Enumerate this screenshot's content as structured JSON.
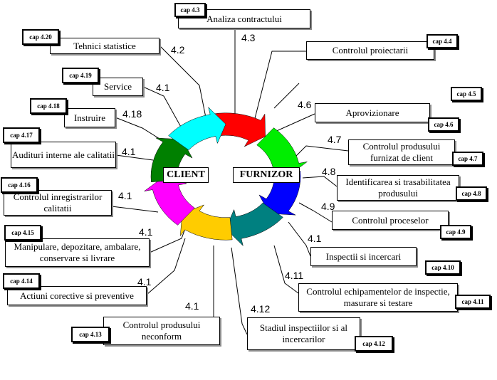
{
  "center": {
    "client": "CLIENT",
    "furnizor": "FURNIZOR"
  },
  "boxes": [
    {
      "id": "analiza-contractului",
      "label": "Analiza contractului",
      "cap": "cap 4.3",
      "num": "4.3"
    },
    {
      "id": "controlul-proiectarii",
      "label": "Controlul proiectarii",
      "cap": "cap 4.4",
      "num": ""
    },
    {
      "id": "aprovizionare",
      "label": "Aprovizionare",
      "cap": "cap 4.6",
      "num": "4.6"
    },
    {
      "id": "produs-furnizat-client",
      "label": "Controlul produsului furnizat de client",
      "cap": "cap 4.7",
      "num": "4.7"
    },
    {
      "id": "identificare-trasabilitate",
      "label": "Identificarea si trasabilitatea produsului",
      "cap": "cap 4.8",
      "num": "4.8"
    },
    {
      "id": "controlul-proceselor",
      "label": "Controlul proceselor",
      "cap": "cap 4.9",
      "num": "4.9"
    },
    {
      "id": "inspectii-incercari",
      "label": "Inspectii si incercari",
      "cap": "cap 4.10",
      "num": "4.1"
    },
    {
      "id": "echipamente-inspectie",
      "label": "Controlul echipamentelor de inspectie, masurare si testare",
      "cap": "cap 4.11",
      "num": "4.11"
    },
    {
      "id": "stadiul-inspectiilor",
      "label": "Stadiul inspectiilor si al incercarilor",
      "cap": "cap 4.12",
      "num": "4.12"
    },
    {
      "id": "produs-neconform",
      "label": "Controlul produsului neconform",
      "cap": "cap 4.13",
      "num": "4.1"
    },
    {
      "id": "actiuni-corective",
      "label": "Actiuni corective si preventive",
      "cap": "cap 4.14",
      "num": "4.1"
    },
    {
      "id": "manipulare-depozitare",
      "label": "Manipulare, depozitare, ambalare, conservare si livrare",
      "cap": "cap 4.15",
      "num": "4.1"
    },
    {
      "id": "inregistrari-calitatii",
      "label": "Controlul inregistrarilor calitatii",
      "cap": "cap 4.16",
      "num": "4.1"
    },
    {
      "id": "auditori-interne",
      "label": "Audituri interne ale calitatii",
      "cap": "cap 4.17",
      "num": "4.1"
    },
    {
      "id": "instruire",
      "label": "Instruire",
      "cap": "cap 4.18",
      "num": "4.18"
    },
    {
      "id": "service",
      "label": "Service",
      "cap": "cap 4.19",
      "num": "4.1"
    },
    {
      "id": "tehnici-statistice",
      "label": "Tehnici statistice",
      "cap": "cap 4.20",
      "num": "4.2"
    }
  ],
  "standalone_cap": "cap 4.5",
  "cycle_colors": [
    "#ff0000",
    "#00ee00",
    "#0000ff",
    "#008080",
    "#ffcc00",
    "#ff00ff",
    "#008000",
    "#00ffff"
  ]
}
